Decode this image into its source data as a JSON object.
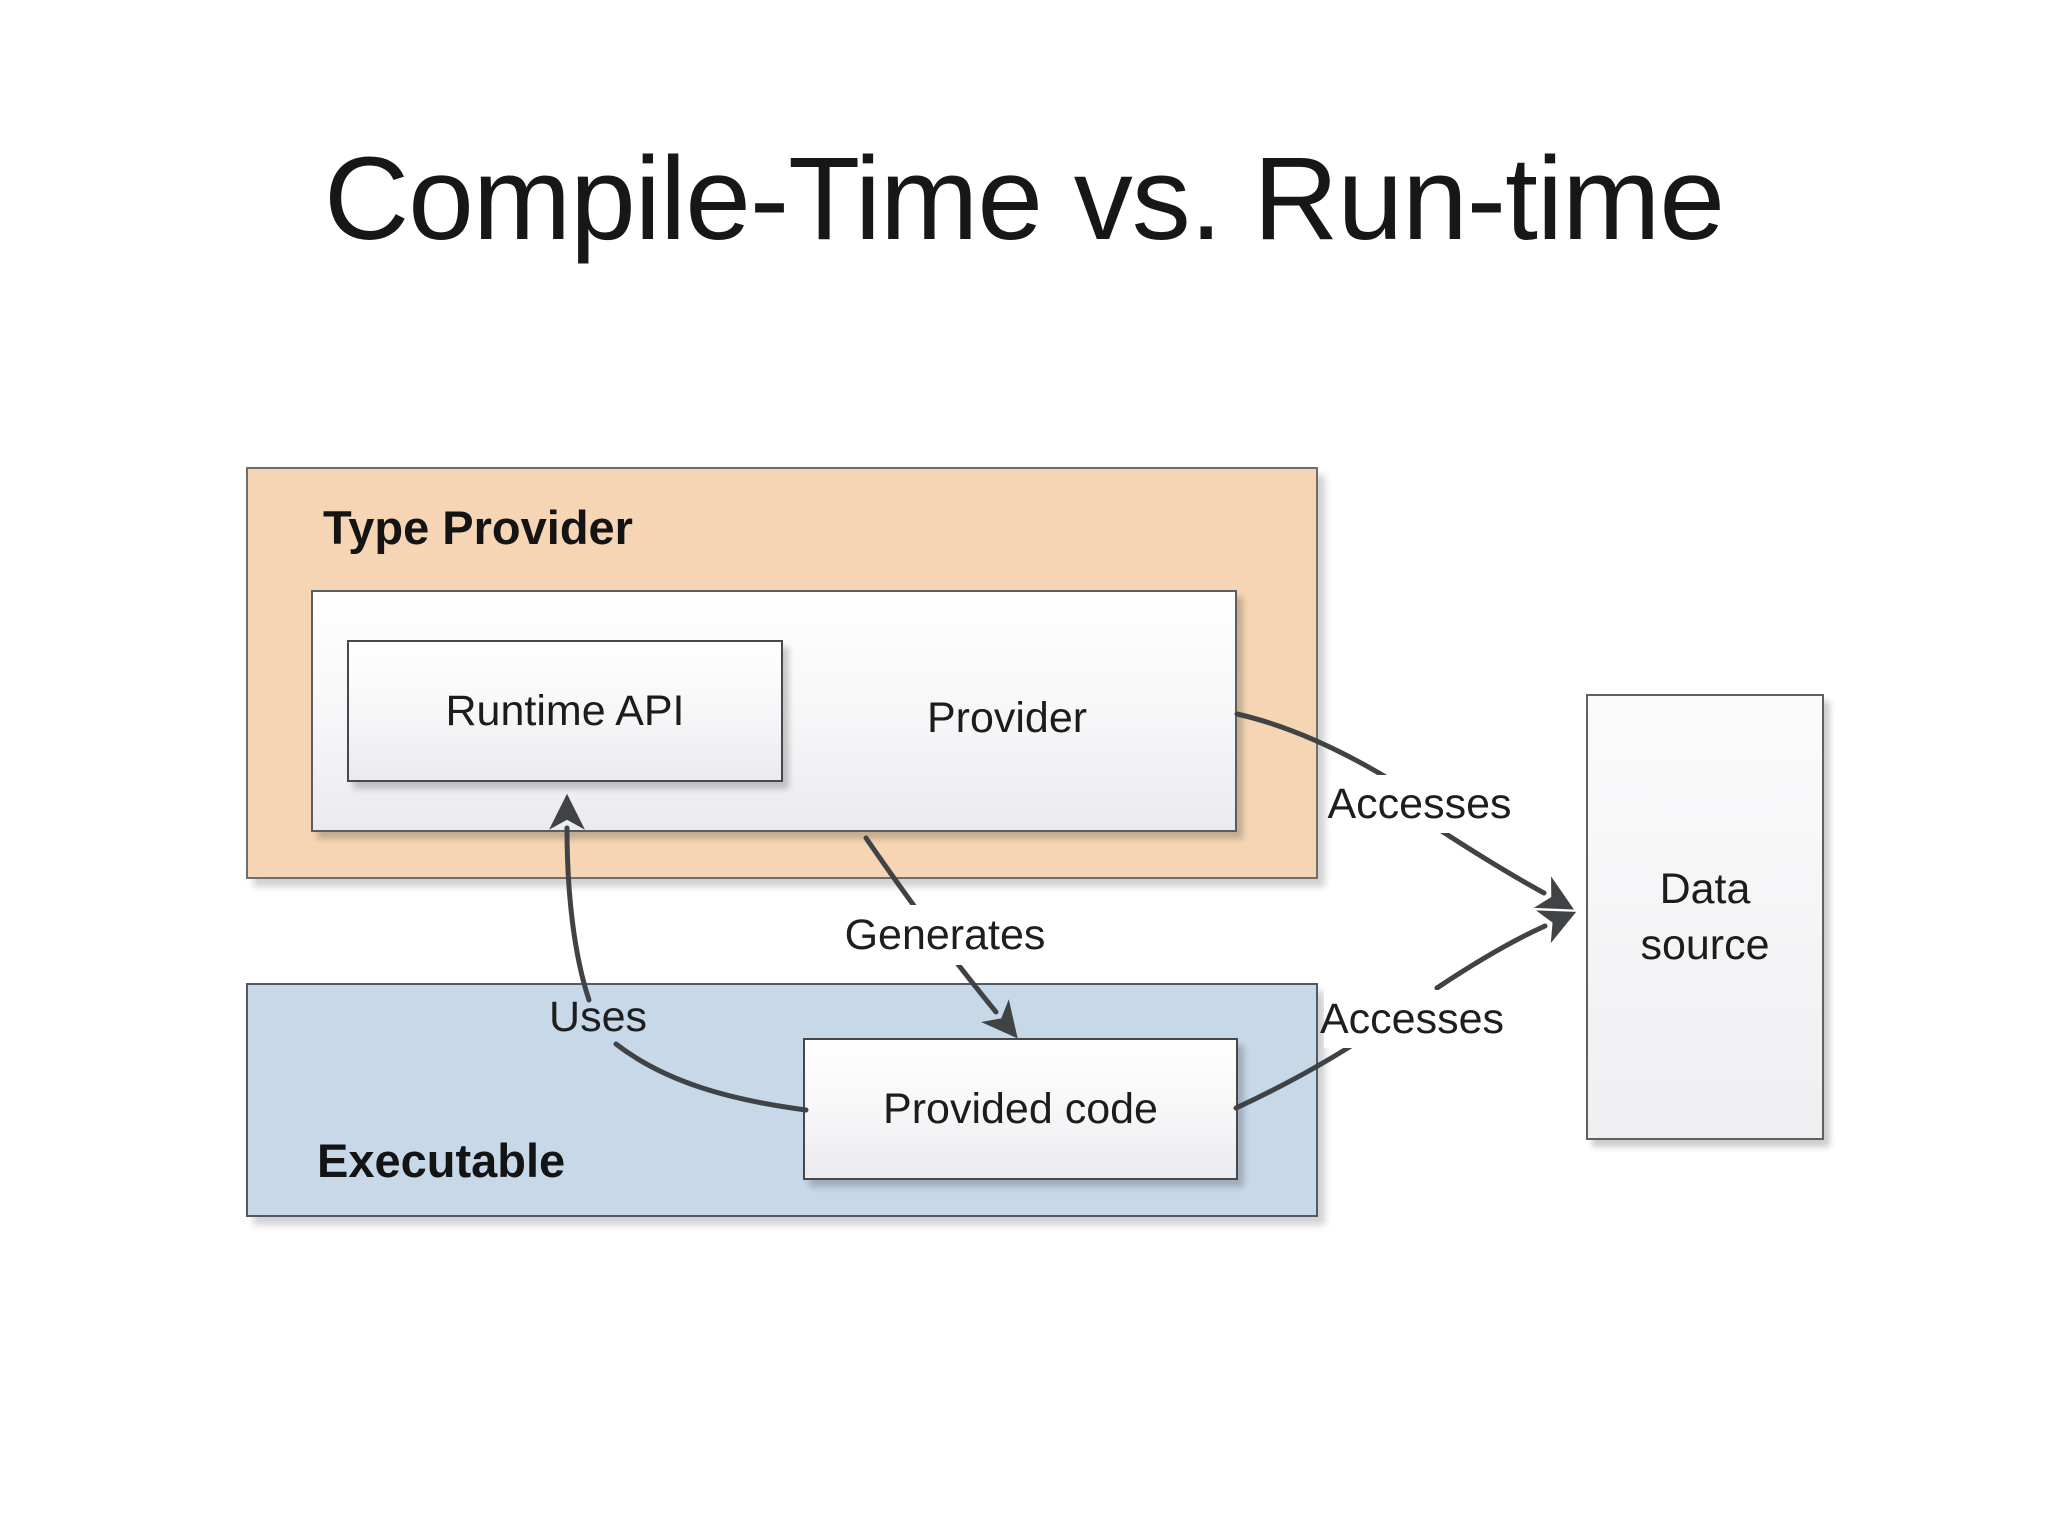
{
  "slide": {
    "title": "Compile-Time vs. Run-time"
  },
  "boxes": {
    "type_provider": {
      "label": "Type Provider",
      "fill": "#f5d5b3"
    },
    "provider": {
      "label": "Provider"
    },
    "runtime_api": {
      "label": "Runtime API"
    },
    "executable": {
      "label": "Executable",
      "fill": "#c7d8e8"
    },
    "provided_code": {
      "label": "Provided code"
    },
    "data_source": {
      "line1": "Data",
      "line2": "source"
    }
  },
  "arrows": {
    "generates": {
      "label": "Generates",
      "from": "Provider",
      "to": "Provided code"
    },
    "uses": {
      "label": "Uses",
      "from": "Provided code",
      "to": "Runtime API"
    },
    "accesses_top": {
      "label": "Accesses",
      "from": "Provider",
      "to": "Data source"
    },
    "accesses_bottom": {
      "label": "Accesses",
      "from": "Provided code",
      "to": "Data source"
    }
  },
  "colors": {
    "arrow": "#404346",
    "text": "#1c1c1c",
    "type_provider_fill": "#f5d5b3",
    "executable_fill": "#c7d8e8",
    "panel_border": "#48484c"
  }
}
